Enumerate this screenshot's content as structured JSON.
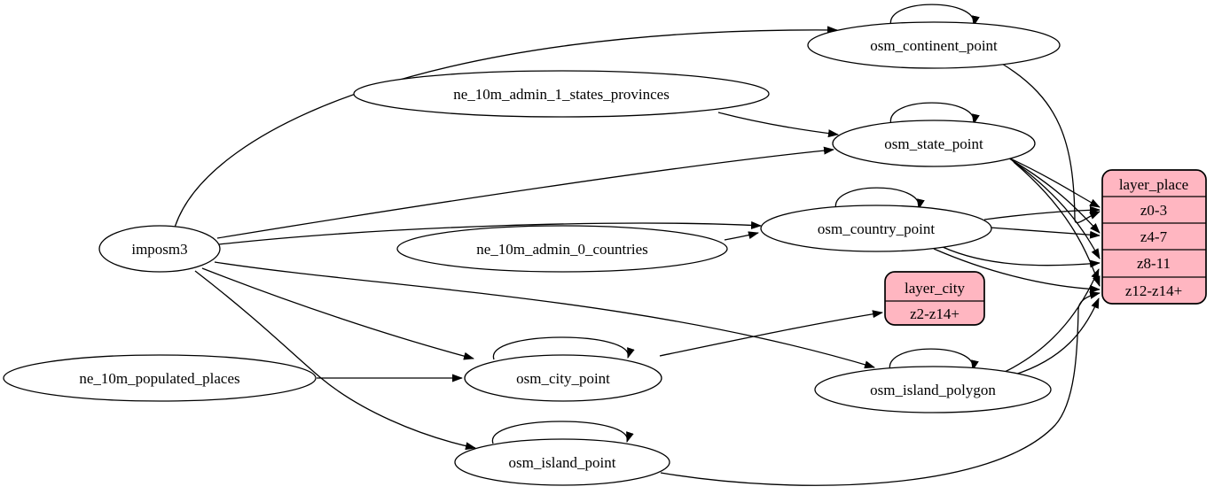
{
  "diagram": {
    "type": "etl-dependency-graph",
    "background": "#ffffff",
    "colors": {
      "table_node_fill": "#ffffff",
      "layer_record_fill": "#ffb6c1",
      "stroke": "#000000",
      "text": "#000000"
    },
    "nodes": {
      "imposm3": {
        "label": "imposm3",
        "self_loop": false
      },
      "ne_10m_admin_1_states_provinces": {
        "label": "ne_10m_admin_1_states_provinces",
        "self_loop": false
      },
      "ne_10m_admin_0_countries": {
        "label": "ne_10m_admin_0_countries",
        "self_loop": false
      },
      "ne_10m_populated_places": {
        "label": "ne_10m_populated_places",
        "self_loop": false
      },
      "osm_continent_point": {
        "label": "osm_continent_point",
        "self_loop": true
      },
      "osm_state_point": {
        "label": "osm_state_point",
        "self_loop": true
      },
      "osm_country_point": {
        "label": "osm_country_point",
        "self_loop": true
      },
      "osm_city_point": {
        "label": "osm_city_point",
        "self_loop": true
      },
      "osm_island_polygon": {
        "label": "osm_island_polygon",
        "self_loop": true
      },
      "osm_island_point": {
        "label": "osm_island_point",
        "self_loop": true
      }
    },
    "records": {
      "layer_city": {
        "title": "layer_city",
        "rows": [
          "z2-z14+"
        ]
      },
      "layer_place": {
        "title": "layer_place",
        "rows": [
          "z0-3",
          "z4-7",
          "z8-11",
          "z12-z14+"
        ]
      }
    },
    "edges": [
      {
        "from": "imposm3",
        "to": "osm_continent_point"
      },
      {
        "from": "imposm3",
        "to": "osm_state_point"
      },
      {
        "from": "imposm3",
        "to": "osm_country_point"
      },
      {
        "from": "imposm3",
        "to": "osm_city_point"
      },
      {
        "from": "imposm3",
        "to": "osm_island_polygon"
      },
      {
        "from": "imposm3",
        "to": "osm_island_point"
      },
      {
        "from": "ne_10m_admin_1_states_provinces",
        "to": "osm_state_point"
      },
      {
        "from": "ne_10m_admin_0_countries",
        "to": "osm_country_point"
      },
      {
        "from": "ne_10m_populated_places",
        "to": "osm_city_point"
      },
      {
        "from": "osm_continent_point",
        "to": "osm_continent_point"
      },
      {
        "from": "osm_state_point",
        "to": "osm_state_point"
      },
      {
        "from": "osm_country_point",
        "to": "osm_country_point"
      },
      {
        "from": "osm_city_point",
        "to": "osm_city_point"
      },
      {
        "from": "osm_island_polygon",
        "to": "osm_island_polygon"
      },
      {
        "from": "osm_island_point",
        "to": "osm_island_point"
      },
      {
        "from": "osm_continent_point",
        "to": "layer_place:z0-3"
      },
      {
        "from": "osm_state_point",
        "to": "layer_place:z0-3"
      },
      {
        "from": "osm_state_point",
        "to": "layer_place:z4-7"
      },
      {
        "from": "osm_state_point",
        "to": "layer_place:z8-11"
      },
      {
        "from": "osm_state_point",
        "to": "layer_place:z12-z14+"
      },
      {
        "from": "osm_country_point",
        "to": "layer_place:z0-3"
      },
      {
        "from": "osm_country_point",
        "to": "layer_place:z4-7"
      },
      {
        "from": "osm_country_point",
        "to": "layer_place:z8-11"
      },
      {
        "from": "osm_country_point",
        "to": "layer_place:z12-z14+"
      },
      {
        "from": "osm_city_point",
        "to": "layer_city:z2-z14+"
      },
      {
        "from": "osm_island_polygon",
        "to": "layer_place:z8-11"
      },
      {
        "from": "osm_island_polygon",
        "to": "layer_place:z12-z14+"
      },
      {
        "from": "osm_island_point",
        "to": "layer_place:z12-z14+"
      }
    ]
  }
}
